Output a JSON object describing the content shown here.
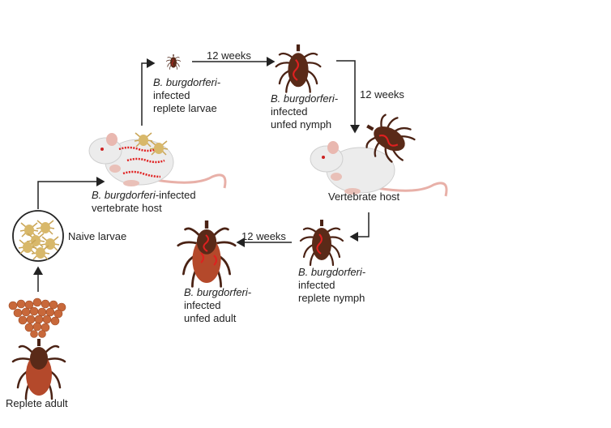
{
  "diagram": {
    "interval_label": "12 weeks",
    "species_prefix": "B. burgdorferi-",
    "labels": {
      "replete_larvae": {
        "line1": "B. burgdorferi-",
        "line2": "infected",
        "line3": "replete larvae"
      },
      "unfed_nymph": {
        "line1": "B. burgdorferi-",
        "line2": "infected",
        "line3": "unfed nymph"
      },
      "infected_host": {
        "line1_italic": "B. burgdorferi-",
        "line1_rest": "infected",
        "line2": "vertebrate host"
      },
      "vertebrate_host": "Vertebrate host",
      "naive_larvae": "Naive larvae",
      "replete_adult": "Replete adult",
      "replete_nymph": {
        "line1": "B. burgdorferi-",
        "line2": "infected",
        "line3": "replete nymph"
      },
      "unfed_adult": {
        "line1": "B. burgdorferi-",
        "line2": "infected",
        "line3": "unfed adult"
      }
    },
    "intervals": [
      "12 weeks",
      "12 weeks",
      "12 weeks"
    ],
    "colors": {
      "tick_dark": "#5a2a18",
      "tick_body": "#b4492b",
      "spirochete": "#e02020",
      "larva": "#d8b86a",
      "mouse": "#ececec",
      "tail": "#e8b0a8",
      "arrow": "#222222"
    }
  }
}
